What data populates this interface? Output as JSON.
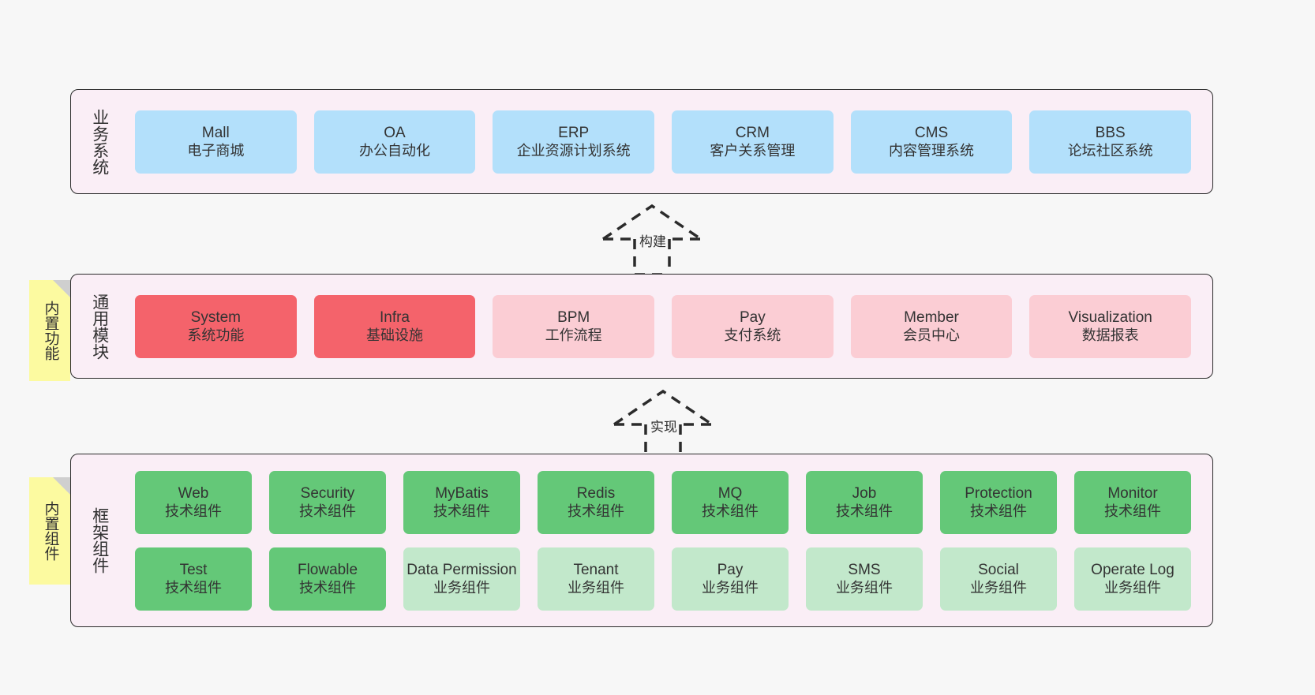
{
  "diagram": {
    "background": "#f7f7f7",
    "layer_bg": "#faeef6",
    "layer_border": "#2b2b2b",
    "sticky_bg": "#fcfaa0",
    "colors": {
      "blue": "#b3e0fb",
      "red": "#f4636b",
      "pink": "#fbcdd4",
      "green": "#64c878",
      "light_green": "#c2e8cb"
    }
  },
  "layers": {
    "business": {
      "title": "业务系统",
      "cards": [
        {
          "en": "Mall",
          "cn": "电子商城",
          "color": "c-blue"
        },
        {
          "en": "OA",
          "cn": "办公自动化",
          "color": "c-blue"
        },
        {
          "en": "ERP",
          "cn": "企业资源计划系统",
          "color": "c-blue"
        },
        {
          "en": "CRM",
          "cn": "客户关系管理",
          "color": "c-blue"
        },
        {
          "en": "CMS",
          "cn": "内容管理系统",
          "color": "c-blue"
        },
        {
          "en": "BBS",
          "cn": "论坛社区系统",
          "color": "c-blue"
        }
      ]
    },
    "modules": {
      "title": "通用模块",
      "sticky": "内置功能",
      "cards": [
        {
          "en": "System",
          "cn": "系统功能",
          "color": "c-red"
        },
        {
          "en": "Infra",
          "cn": "基础设施",
          "color": "c-red"
        },
        {
          "en": "BPM",
          "cn": "工作流程",
          "color": "c-pink"
        },
        {
          "en": "Pay",
          "cn": "支付系统",
          "color": "c-pink"
        },
        {
          "en": "Member",
          "cn": "会员中心",
          "color": "c-pink"
        },
        {
          "en": "Visualization",
          "cn": "数据报表",
          "color": "c-pink"
        }
      ]
    },
    "framework": {
      "title": "框架组件",
      "sticky": "内置组件",
      "row1": [
        {
          "en": "Web",
          "cn": "技术组件",
          "color": "c-green"
        },
        {
          "en": "Security",
          "cn": "技术组件",
          "color": "c-green"
        },
        {
          "en": "MyBatis",
          "cn": "技术组件",
          "color": "c-green"
        },
        {
          "en": "Redis",
          "cn": "技术组件",
          "color": "c-green"
        },
        {
          "en": "MQ",
          "cn": "技术组件",
          "color": "c-green"
        },
        {
          "en": "Job",
          "cn": "技术组件",
          "color": "c-green"
        },
        {
          "en": "Protection",
          "cn": "技术组件",
          "color": "c-green"
        },
        {
          "en": "Monitor",
          "cn": "技术组件",
          "color": "c-green"
        }
      ],
      "row2": [
        {
          "en": "Test",
          "cn": "技术组件",
          "color": "c-green"
        },
        {
          "en": "Flowable",
          "cn": "技术组件",
          "color": "c-green"
        },
        {
          "en": "Data Permission",
          "cn": "业务组件",
          "color": "c-lightgreen"
        },
        {
          "en": "Tenant",
          "cn": "业务组件",
          "color": "c-lightgreen"
        },
        {
          "en": "Pay",
          "cn": "业务组件",
          "color": "c-lightgreen"
        },
        {
          "en": "SMS",
          "cn": "业务组件",
          "color": "c-lightgreen"
        },
        {
          "en": "Social",
          "cn": "业务组件",
          "color": "c-lightgreen"
        },
        {
          "en": "Operate Log",
          "cn": "业务组件",
          "color": "c-lightgreen"
        }
      ]
    }
  },
  "connectors": [
    {
      "label": "构建"
    },
    {
      "label": "实现"
    }
  ]
}
